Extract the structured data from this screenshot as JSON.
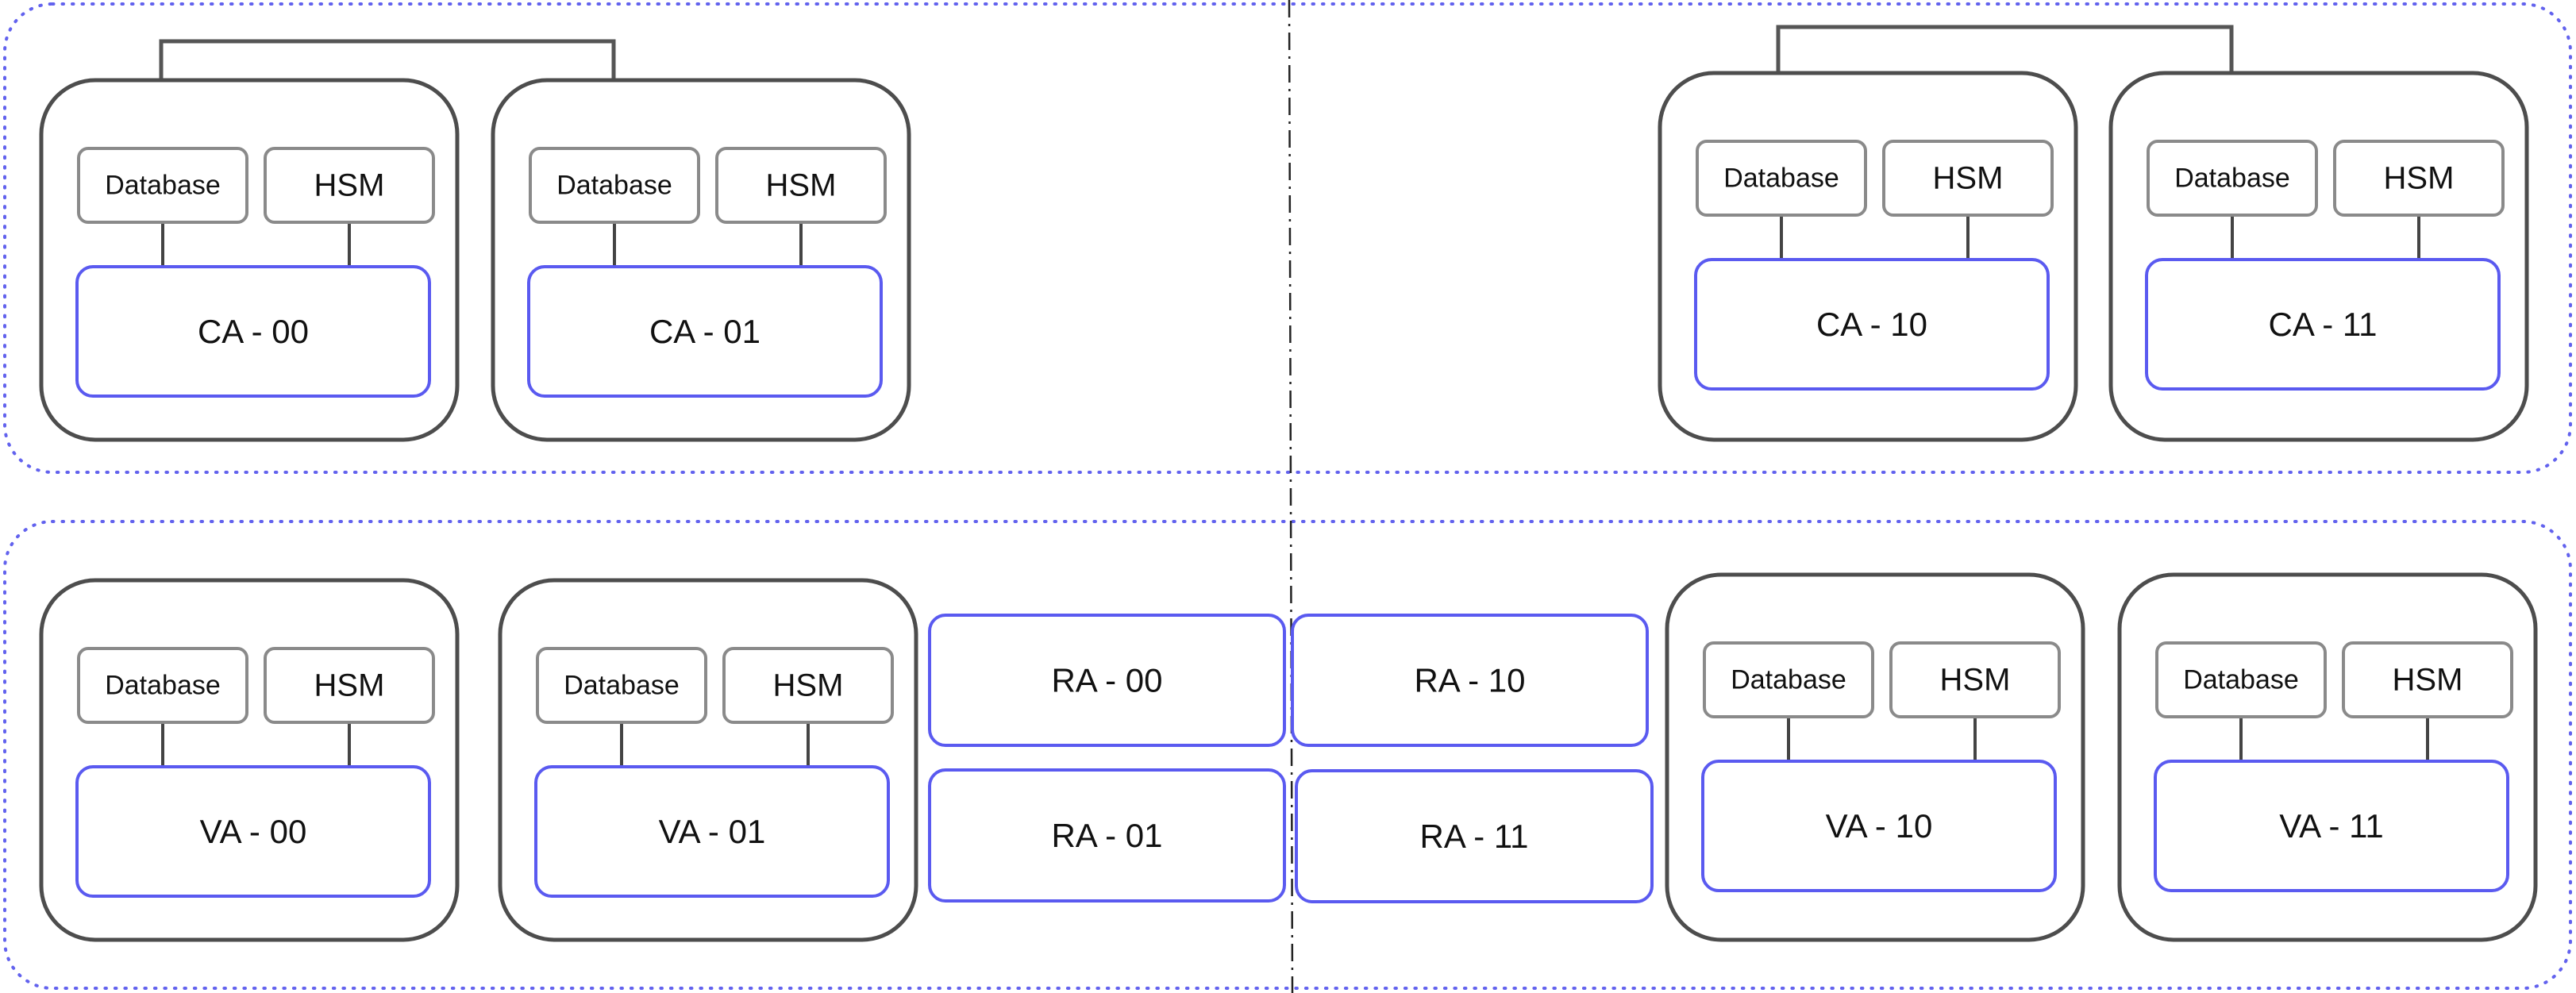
{
  "colors": {
    "cluster_border": "#6262ee",
    "node_border": "#4d4d4d",
    "component_border": "#8a8a8a",
    "agent_border": "#5a5af0",
    "arrow": "#555555"
  },
  "components": {
    "database": "Database",
    "hsm": "HSM"
  },
  "ca_nodes": [
    {
      "label": "CA - 00"
    },
    {
      "label": "CA - 01"
    },
    {
      "label": "CA - 10"
    },
    {
      "label": "CA - 11"
    }
  ],
  "va_nodes": [
    {
      "label": "VA - 00"
    },
    {
      "label": "VA - 01"
    },
    {
      "label": "VA - 10"
    },
    {
      "label": "VA - 11"
    }
  ],
  "ra_nodes": [
    {
      "label": "RA - 00"
    },
    {
      "label": "RA - 01"
    },
    {
      "label": "RA - 10"
    },
    {
      "label": "RA - 11"
    }
  ]
}
